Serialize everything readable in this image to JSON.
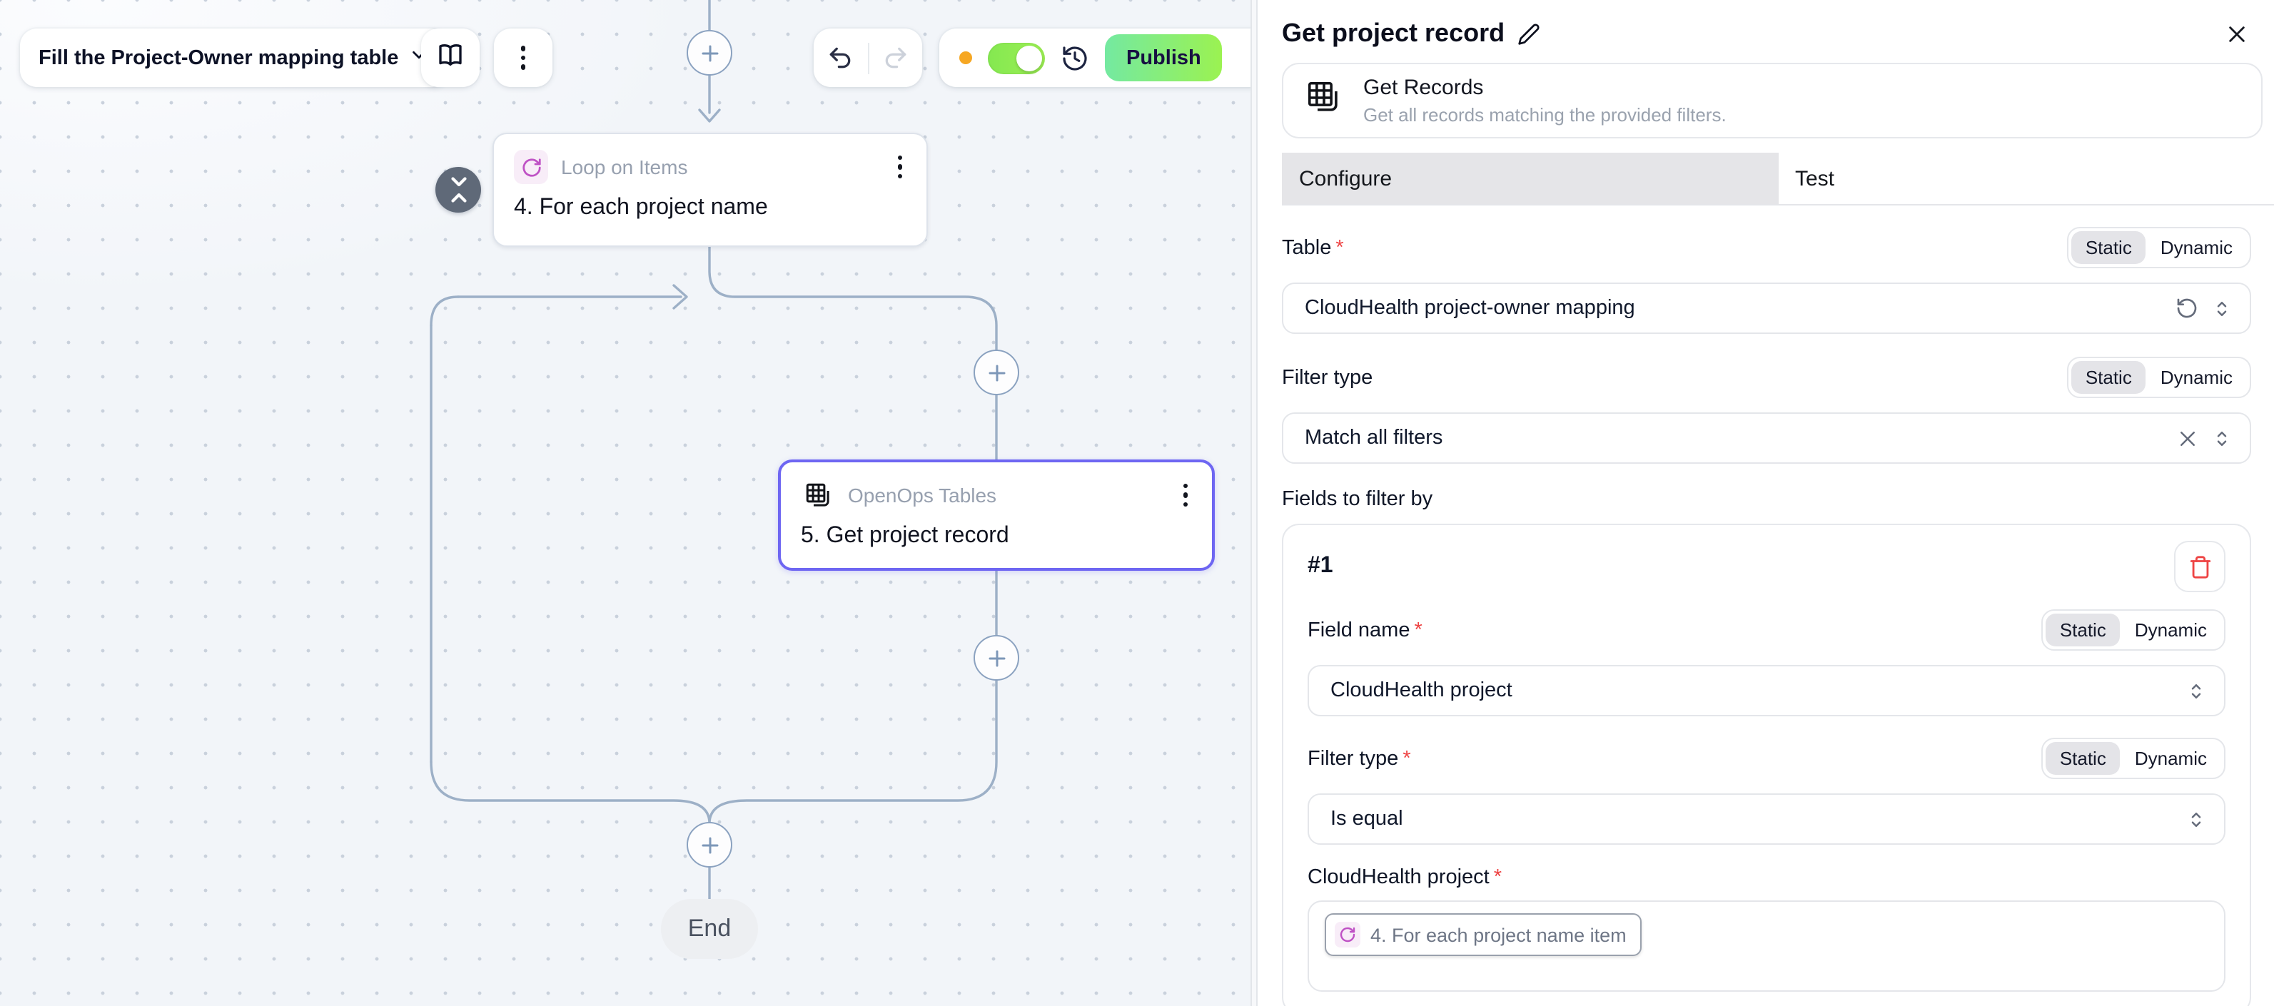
{
  "toolbar": {
    "flow_name": "Fill the Project-Owner mapping table",
    "publish_label": "Publish"
  },
  "flow": {
    "loop_step": {
      "piece": "Loop on Items",
      "title": "4. For each project name"
    },
    "tables_step": {
      "piece": "OpenOps Tables",
      "title": "5. Get project record"
    },
    "end_label": "End"
  },
  "panel": {
    "title": "Get project record",
    "action_name": "Get Records",
    "action_description": "Get all records matching the provided filters.",
    "required_marker": "*",
    "tabs": {
      "configure": "Configure",
      "test": "Test"
    },
    "toggle": {
      "static": "Static",
      "dynamic": "Dynamic"
    },
    "table": {
      "label": "Table",
      "value": "CloudHealth project-owner mapping"
    },
    "filter_type": {
      "label": "Filter type",
      "value": "Match all filters"
    },
    "fields_section": {
      "label": "Fields to filter by",
      "item_index": "#1",
      "field_name": {
        "label": "Field name",
        "value": "CloudHealth project"
      },
      "filter_type": {
        "label": "Filter type",
        "value": "Is equal"
      },
      "project": {
        "label": "CloudHealth project",
        "chip": "4. For each project name item"
      }
    }
  },
  "colors": {
    "accent_selected": "#6e66f2",
    "publish_gradient": [
      "#74e9a1",
      "#9bf251"
    ],
    "toggle_on": "#8deb53",
    "status_dot": "#f6a723",
    "loop_icon": "#bf52c5",
    "danger": "#ee4444",
    "edge": "#9db0c7"
  }
}
